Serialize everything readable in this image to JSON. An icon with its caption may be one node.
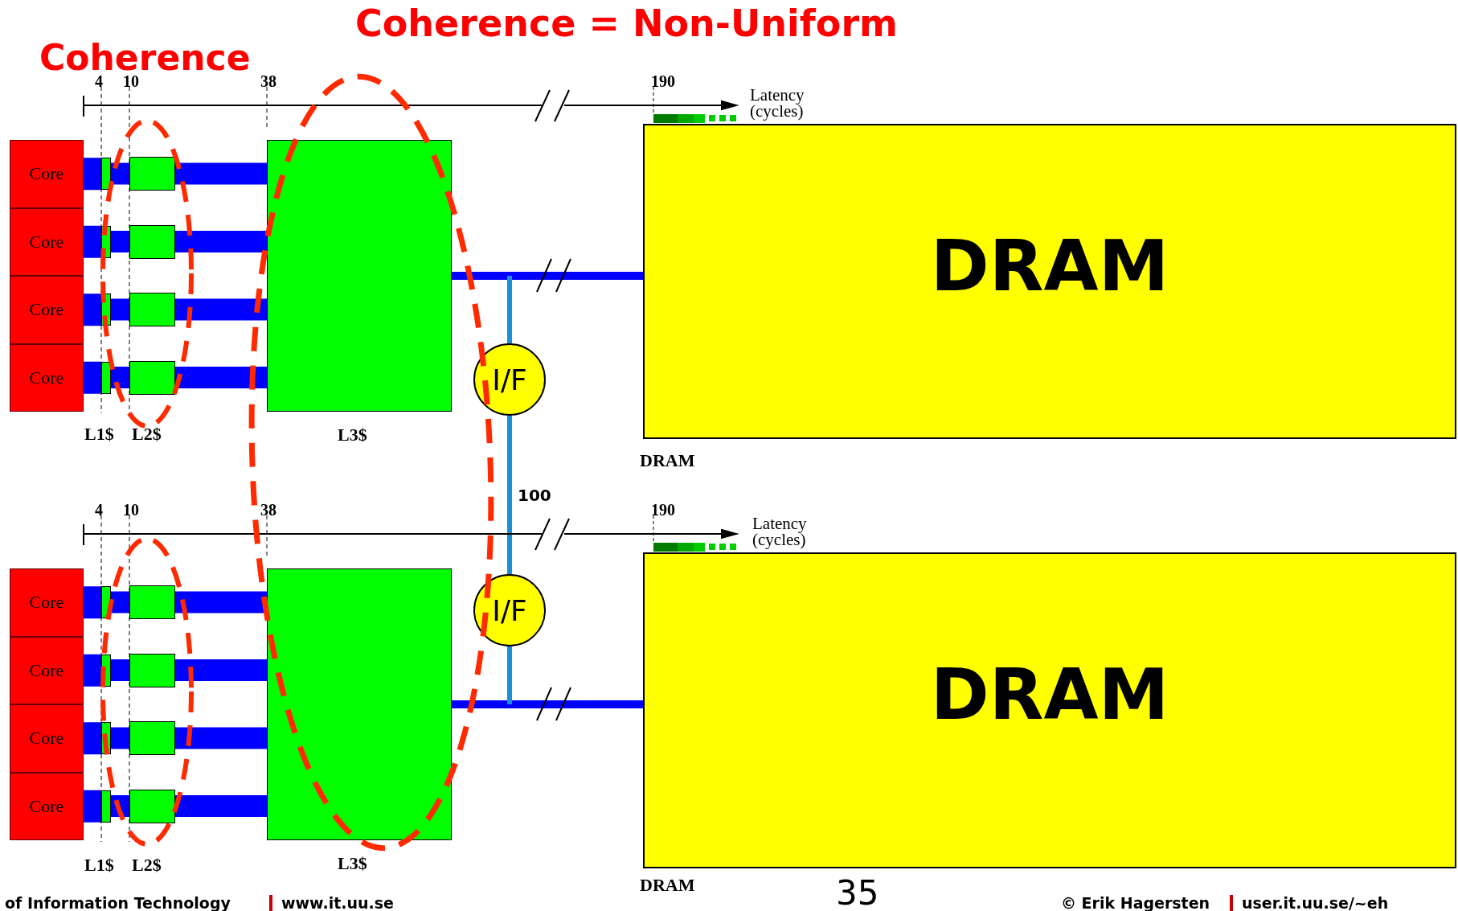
{
  "diagram": {
    "title": "Coherence = Non-Uniform",
    "nodes": [
      {
        "text": [
          "Core"
        ]
      },
      {
        "text": [
          "Core"
        ]
      },
      {
        "text": [
          "Core"
        ]
      },
      {
        "text": [
          "Core"
        ]
      },
      {
        "text": [],
        "shape": "box"
      },
      {
        "text": [],
        "shape": "box"
      },
      {
        "text": [],
        "shape": "box"
      },
      {
        "text": [],
        "shape": "box"
      },
      {
        "text": [],
        "shape": "box"
      },
      {
        "text": [],
        "shape": "box"
      },
      {
        "text": [],
        "shape": "box"
      },
      {
        "text": [],
        "shape": "box"
      },
      {
        "text": [],
        "shape": "box",
        "beside": [
          "L3$"
        ]
      },
      {
        "text": [
          "I/F"
        ]
      },
      {
        "text": [
          "DRAM"
        ],
        "beside": [
          "DRAM"
        ]
      },
      {
        "text": [
          "Core"
        ]
      },
      {
        "text": [
          "Core"
        ]
      },
      {
        "text": [
          "Core"
        ]
      },
      {
        "text": [
          "Core"
        ]
      },
      {
        "text": [],
        "shape": "box"
      },
      {
        "text": [],
        "shape": "box"
      },
      {
        "text": [],
        "shape": "box"
      },
      {
        "text": [],
        "shape": "box"
      },
      {
        "text": [],
        "shape": "box"
      },
      {
        "text": [],
        "shape": "box"
      },
      {
        "text": [],
        "shape": "box"
      },
      {
        "text": [],
        "shape": "box"
      },
      {
        "text": [],
        "shape": "box",
        "beside": [
          "L3$"
        ]
      },
      {
        "text": [
          "I/F"
        ]
      },
      {
        "text": [
          "DRAM"
        ],
        "beside": [
          "DRAM"
        ]
      }
    ],
    "edges": [
      {
        "from": 0,
        "to": 4,
        "arrow": "none"
      },
      {
        "from": 4,
        "to": 8,
        "arrow": "none"
      },
      {
        "from": 8,
        "to": 12,
        "arrow": "none"
      },
      {
        "from": 1,
        "to": 5,
        "arrow": "none"
      },
      {
        "from": 5,
        "to": 9,
        "arrow": "none"
      },
      {
        "from": 9,
        "to": 12,
        "arrow": "none"
      },
      {
        "from": 2,
        "to": 6,
        "arrow": "none"
      },
      {
        "from": 6,
        "to": 10,
        "arrow": "none"
      },
      {
        "from": 10,
        "to": 12,
        "arrow": "none"
      },
      {
        "from": 3,
        "to": 7,
        "arrow": "none"
      },
      {
        "from": 7,
        "to": 11,
        "arrow": "none"
      },
      {
        "from": 11,
        "to": 12,
        "arrow": "none"
      },
      {
        "from": 12,
        "to": 14,
        "arrow": "none"
      },
      {
        "from": 15,
        "to": 19,
        "arrow": "none"
      },
      {
        "from": 19,
        "to": 23,
        "arrow": "none"
      },
      {
        "from": 23,
        "to": 27,
        "arrow": "none"
      },
      {
        "from": 16,
        "to": 20,
        "arrow": "none"
      },
      {
        "from": 20,
        "to": 24,
        "arrow": "none"
      },
      {
        "from": 24,
        "to": 27,
        "arrow": "none"
      },
      {
        "from": 17,
        "to": 21,
        "arrow": "none"
      },
      {
        "from": 21,
        "to": 25,
        "arrow": "none"
      },
      {
        "from": 25,
        "to": 27,
        "arrow": "none"
      },
      {
        "from": 18,
        "to": 22,
        "arrow": "none"
      },
      {
        "from": 22,
        "to": 26,
        "arrow": "none"
      },
      {
        "from": 26,
        "to": 27,
        "arrow": "none"
      },
      {
        "from": 27,
        "to": 29,
        "arrow": "none"
      },
      {
        "from": 13,
        "to": null,
        "arrow": "none",
        "color": "#1e8fd6"
      },
      {
        "from": 13,
        "to": 28,
        "arrow": "none",
        "label": "100",
        "color": "#1e8fd6"
      },
      {
        "from": 28,
        "to": null,
        "arrow": "none",
        "color": "#1e8fd6"
      }
    ],
    "labels": [
      "Coherence",
      "4",
      "10",
      "38",
      "190",
      "Latency (cycles)",
      "L1$",
      "L2$",
      "4",
      "10",
      "38",
      "190",
      "Latency (cycles)",
      "L1$",
      "L2$",
      "of Information Technology",
      "www.it.uu.se",
      "35",
      "© Erik Hagersten",
      "user.it.uu.se/~eh"
    ]
  }
}
